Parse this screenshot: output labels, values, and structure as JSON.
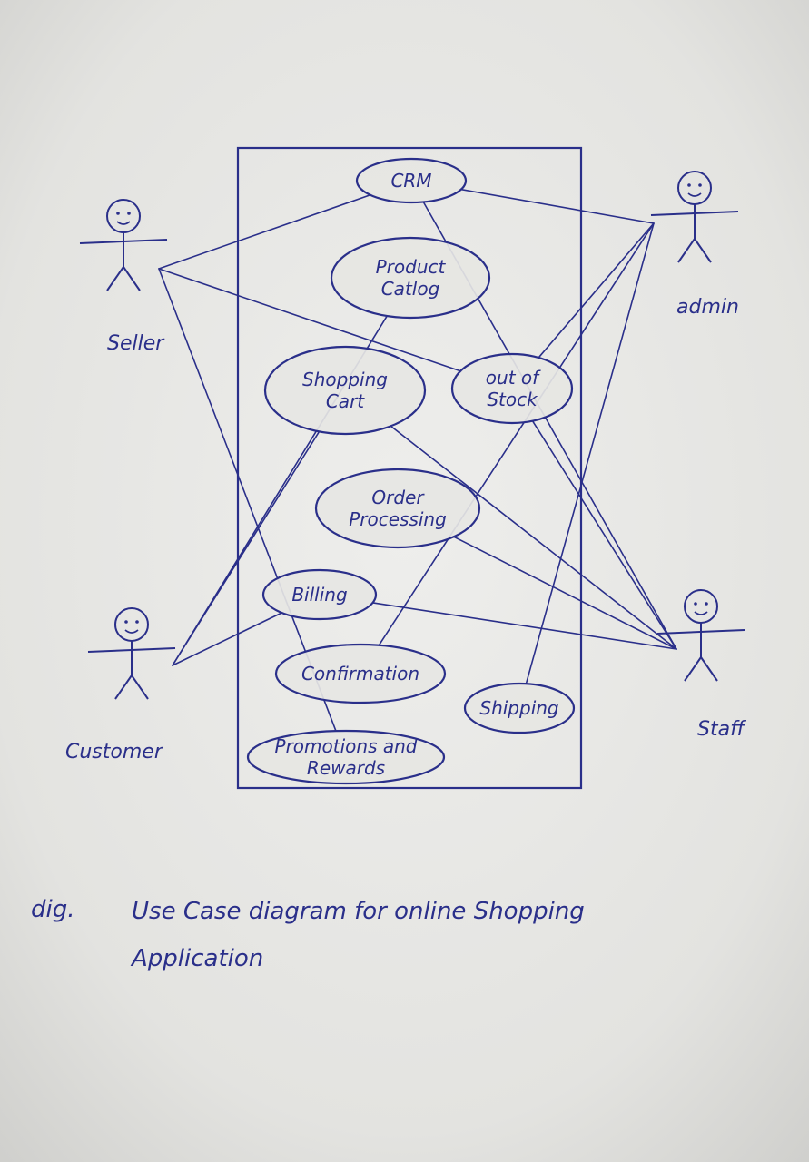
{
  "diagram": {
    "actors": [
      {
        "id": "seller",
        "label": "Seller"
      },
      {
        "id": "admin",
        "label": "admin"
      },
      {
        "id": "customer",
        "label": "Customer"
      },
      {
        "id": "staff",
        "label": "Staff"
      }
    ],
    "use_cases": [
      {
        "id": "crm",
        "lines": [
          "CRM"
        ]
      },
      {
        "id": "product_catlog",
        "lines": [
          "Product",
          "Catlog"
        ]
      },
      {
        "id": "shopping_cart",
        "lines": [
          "Shopping",
          "Cart"
        ]
      },
      {
        "id": "out_of_stock",
        "lines": [
          "out of",
          "Stock"
        ]
      },
      {
        "id": "order_processing",
        "lines": [
          "Order",
          "Processing"
        ]
      },
      {
        "id": "billing",
        "lines": [
          "Billing"
        ]
      },
      {
        "id": "confirmation",
        "lines": [
          "Confirmation"
        ]
      },
      {
        "id": "shipping",
        "lines": [
          "Shipping"
        ]
      },
      {
        "id": "promotions_rewards",
        "lines": [
          "Promotions and",
          "Rewards"
        ]
      }
    ],
    "associations": [
      [
        "seller",
        "crm"
      ],
      [
        "seller",
        "out_of_stock"
      ],
      [
        "seller",
        "promotions_rewards"
      ],
      [
        "admin",
        "crm"
      ],
      [
        "admin",
        "confirmation"
      ],
      [
        "admin",
        "shipping"
      ],
      [
        "admin",
        "out_of_stock"
      ],
      [
        "customer",
        "product_catlog"
      ],
      [
        "customer",
        "shopping_cart"
      ],
      [
        "customer",
        "billing"
      ],
      [
        "staff",
        "crm"
      ],
      [
        "staff",
        "shopping_cart"
      ],
      [
        "staff",
        "out_of_stock"
      ],
      [
        "staff",
        "order_processing"
      ],
      [
        "staff",
        "billing"
      ]
    ],
    "ink_color": "#2a2f8a",
    "paper_color": "#e6e6e3"
  },
  "caption": {
    "prefix": "dig.",
    "line1": "Use Case diagram for online Shopping",
    "line2": "Application"
  }
}
